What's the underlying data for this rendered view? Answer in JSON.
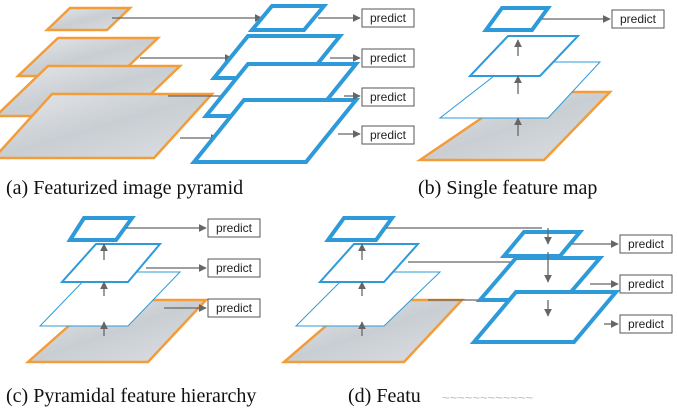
{
  "predict_label": "predict",
  "captions": {
    "a": "(a) Featurized image pyramid",
    "b": "(b) Single feature map",
    "c": "(c) Pyramidal feature hierarchy",
    "d": "(d) Featu"
  },
  "colors": {
    "feature_blue": "#2e9ad9",
    "image_orange": "#f39c3a",
    "arrow_gray": "#666666",
    "box_border": "#555555"
  }
}
